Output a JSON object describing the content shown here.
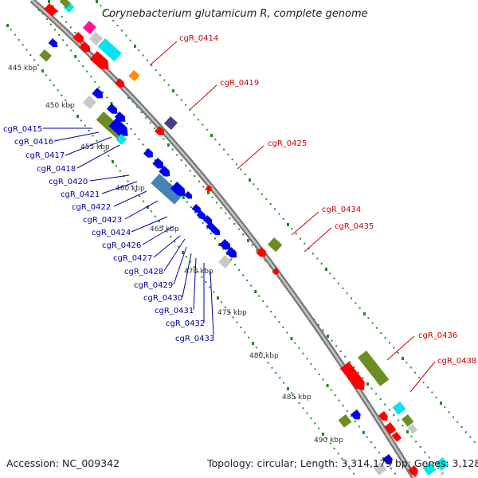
{
  "title": "Corynebacterium glutamicum R, complete genome",
  "accession": "Accession: NC_009342",
  "topology": "Topology: circular; Length: 3,314,179 bp; Genes: 3,128",
  "colors": {
    "label_red": "#cc0000",
    "label_blue": "#00009a",
    "backbone": "#8c8c8c",
    "tick": "#228b22",
    "gene_red": "#ff0000",
    "gene_blue": "#0000ee",
    "gene_olive": "#6b8e23",
    "gene_cyan": "#00e5ee",
    "gene_gray": "#c8c8c8",
    "gene_orange": "#ff8c00",
    "gene_navy": "#483d8b",
    "gene_steel": "#4682b4",
    "gene_pink": "#ff1493"
  },
  "kbp_labels": [
    "445 kbp",
    "450 kbp",
    "455 kbp",
    "460 kbp",
    "465 kbp",
    "470 kbp",
    "475 kbp",
    "480 kbp",
    "485 kbp",
    "490 kbp"
  ],
  "right_labels": [
    "cgR_0414",
    "cgR_0419",
    "cgR_0425",
    "cgR_0434",
    "cgR_0435",
    "cgR_0436",
    "cgR_0438"
  ],
  "left_labels": [
    "cgR_0415",
    "cgR_0416",
    "cgR_0417",
    "cgR_0418",
    "cgR_0420",
    "cgR_0421",
    "cgR_0422",
    "cgR_0423",
    "cgR_0424",
    "cgR_0426",
    "cgR_0427",
    "cgR_0428",
    "cgR_0429",
    "cgR_0430",
    "cgR_0431",
    "cgR_0432",
    "cgR_0433"
  ]
}
